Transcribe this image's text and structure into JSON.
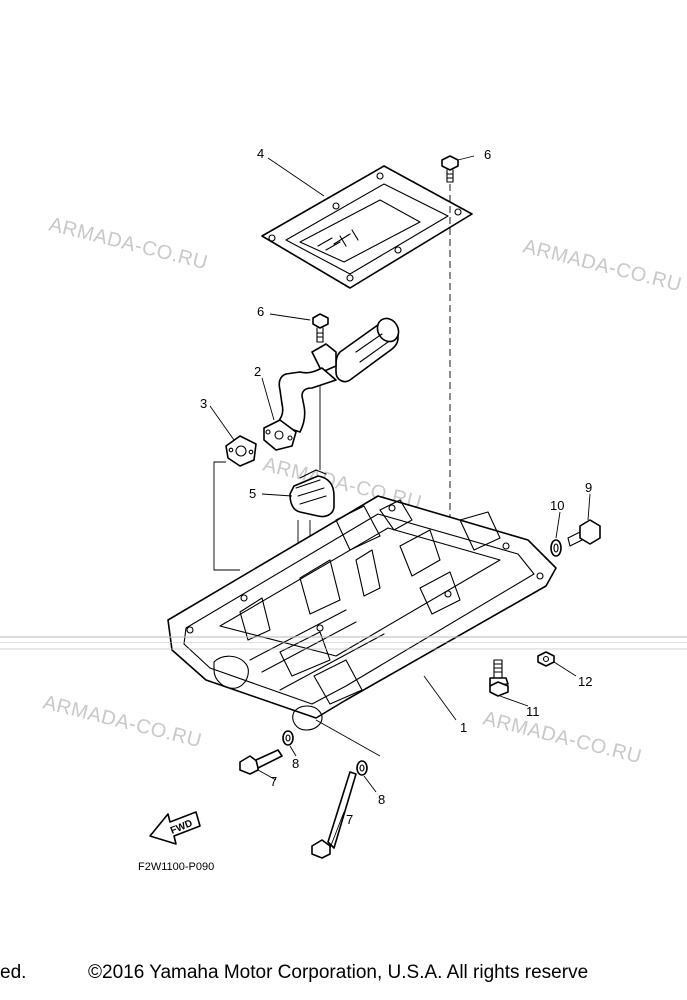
{
  "watermark": {
    "text": "ARMADA-CO.RU"
  },
  "callouts": {
    "oil_pan": "1",
    "oil_strainer": "2",
    "gasket_strainer": "3",
    "cover": "4",
    "damper": "5",
    "bolt_cover": "6",
    "bolt_strainer": "6",
    "bolt_front": "7",
    "bolt_rear": "7",
    "washer_front": "8",
    "washer_rear": "8",
    "drain_bolt": "9",
    "drain_gasket": "10",
    "stud_bolt": "11",
    "nut": "12"
  },
  "arrow": {
    "label": "FWD"
  },
  "reference_code": "F2W1100-P090",
  "footer": {
    "left_fragment": "ed.",
    "copyright": "©2016 Yamaha Motor Corporation, U.S.A. All rights reserve"
  },
  "colors": {
    "ink": "#000000",
    "watermark": "#c8c8c8",
    "scan_noise": "#bdbdbd"
  }
}
